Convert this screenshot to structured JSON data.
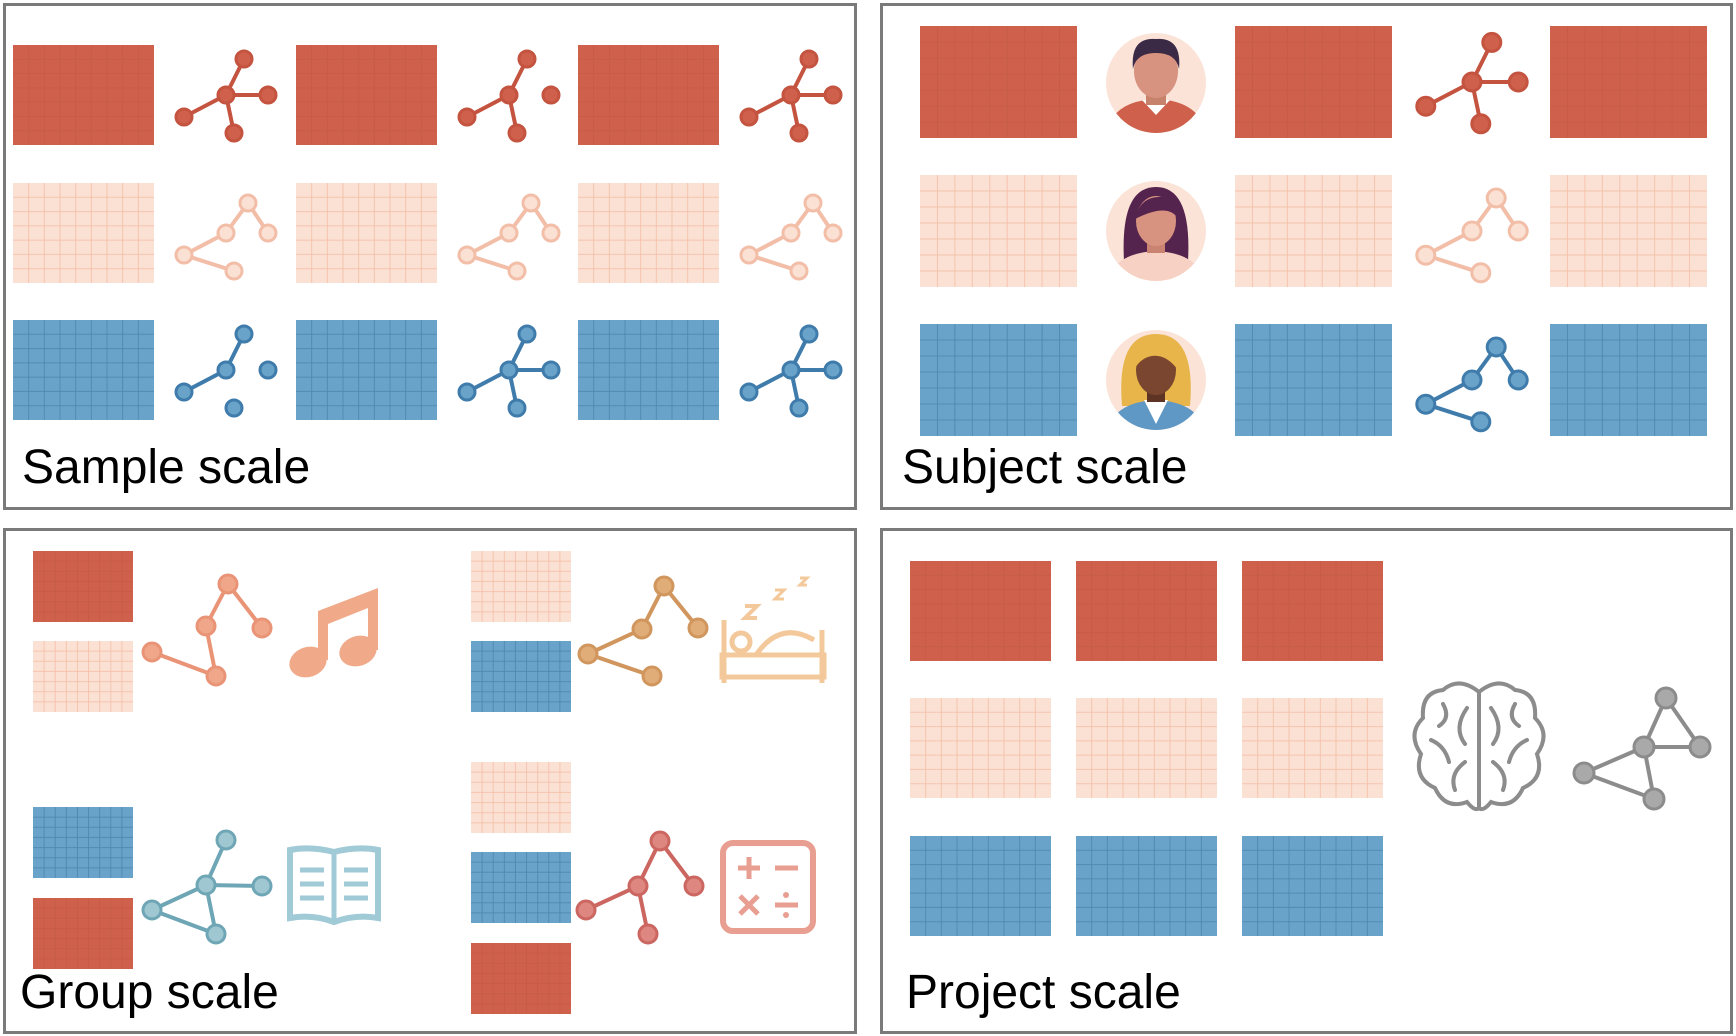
{
  "panels": {
    "sample": {
      "label": "Sample scale"
    },
    "subject": {
      "label": "Subject scale"
    },
    "group": {
      "label": "Group scale"
    },
    "project": {
      "label": "Project scale"
    }
  },
  "colors": {
    "red": "#cf614c",
    "red_dark": "#c55b48",
    "peach": "#fbe1d3",
    "peach_line": "#f4bda7",
    "blue": "#6aa3c9",
    "blue_line": "#4c86b1",
    "orange": "#ec9a7c",
    "tan": "#d3995d",
    "light_orange": "#f3c89a",
    "teal": "#7fb2c0",
    "rose": "#d57068",
    "gray": "#8c8c8c",
    "border": "#7a7a7a"
  },
  "icons": {
    "group": [
      "music-note-icon",
      "sleep-bed-icon",
      "open-book-icon",
      "calculator-icon"
    ],
    "project": [
      "brain-icon"
    ],
    "subject": [
      "male-avatar-icon",
      "female-avatar-icon",
      "blonde-avatar-icon"
    ]
  }
}
